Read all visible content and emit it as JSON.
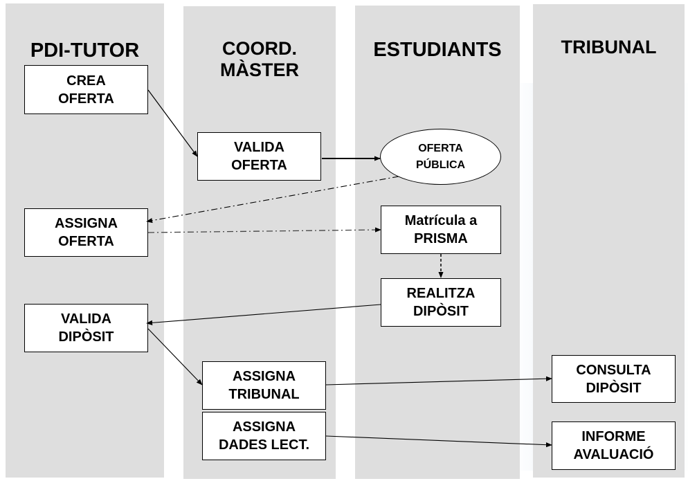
{
  "diagram": {
    "lanes": [
      {
        "id": "pdi-tutor",
        "title_lines": [
          "PDI-TUTOR"
        ]
      },
      {
        "id": "coord-master",
        "title_lines": [
          "COORD.",
          "MÀSTER"
        ]
      },
      {
        "id": "estudiants",
        "title_lines": [
          "ESTUDIANTS"
        ]
      },
      {
        "id": "tribunal",
        "title_lines": [
          "TRIBUNAL"
        ]
      }
    ],
    "nodes": {
      "crea_oferta": {
        "lane": "pdi-tutor",
        "shape": "rect",
        "lines": [
          "CREA",
          "OFERTA"
        ]
      },
      "valida_oferta": {
        "lane": "coord-master",
        "shape": "rect",
        "lines": [
          "VALIDA",
          "OFERTA"
        ]
      },
      "oferta_publica": {
        "lane": "estudiants",
        "shape": "ellipse",
        "lines": [
          "OFERTA",
          "PÚBLICA"
        ]
      },
      "assigna_oferta": {
        "lane": "pdi-tutor",
        "shape": "rect",
        "lines": [
          "ASSIGNA",
          "OFERTA"
        ]
      },
      "matricula_prisma": {
        "lane": "estudiants",
        "shape": "rect",
        "lines": [
          "Matrícula a",
          "PRISMA"
        ]
      },
      "realitza_diposit": {
        "lane": "estudiants",
        "shape": "rect",
        "lines": [
          "REALITZA",
          "DIPÒSIT"
        ]
      },
      "valida_diposit": {
        "lane": "pdi-tutor",
        "shape": "rect",
        "lines": [
          "VALIDA",
          "DIPÒSIT"
        ]
      },
      "assigna_tribunal": {
        "lane": "coord-master",
        "shape": "rect",
        "lines": [
          "ASSIGNA",
          "TRIBUNAL"
        ]
      },
      "assigna_dades_lect": {
        "lane": "coord-master",
        "shape": "rect",
        "lines": [
          "ASSIGNA",
          "DADES LECT."
        ]
      },
      "consulta_diposit": {
        "lane": "tribunal",
        "shape": "rect",
        "lines": [
          "CONSULTA",
          "DIPÒSIT"
        ]
      },
      "informe_avaluacio": {
        "lane": "tribunal",
        "shape": "rect",
        "lines": [
          "INFORME",
          "AVALUACIÓ"
        ]
      }
    },
    "edges": [
      {
        "from": "crea_oferta",
        "to": "valida_oferta",
        "style": "solid"
      },
      {
        "from": "valida_oferta",
        "to": "oferta_publica",
        "style": "solid-thick"
      },
      {
        "from": "oferta_publica",
        "to": "assigna_oferta",
        "style": "dash-dot"
      },
      {
        "from": "assigna_oferta",
        "to": "matricula_prisma",
        "style": "dash-dot"
      },
      {
        "from": "matricula_prisma",
        "to": "realitza_diposit",
        "style": "dashed"
      },
      {
        "from": "realitza_diposit",
        "to": "valida_diposit",
        "style": "solid"
      },
      {
        "from": "valida_diposit",
        "to": "assigna_tribunal",
        "style": "solid"
      },
      {
        "from": "assigna_tribunal",
        "to": "consulta_diposit",
        "style": "solid"
      },
      {
        "from": "assigna_dades_lect",
        "to": "informe_avaluacio",
        "style": "solid"
      }
    ]
  }
}
